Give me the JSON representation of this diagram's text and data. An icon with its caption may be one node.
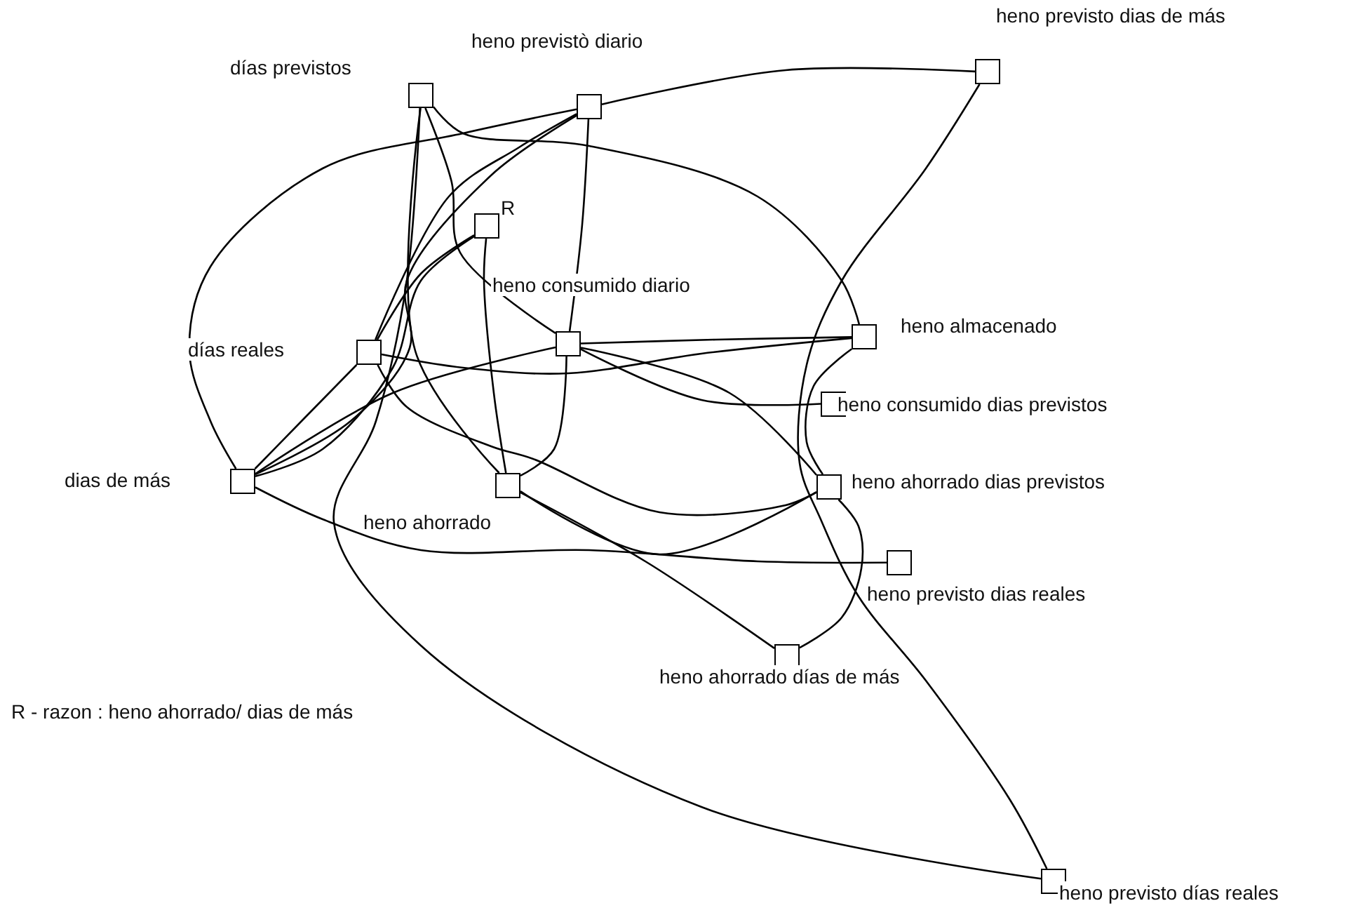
{
  "diagram": {
    "nodes": [
      {
        "text": [
          "días previstos"
        ]
      },
      {
        "text": [
          "heno previstò diario"
        ]
      },
      {
        "text": [
          "heno previsto dias de más"
        ]
      },
      {
        "text": [
          "R"
        ]
      },
      {
        "text": [
          "heno consumido diario"
        ]
      },
      {
        "text": [
          "heno almacenado"
        ]
      },
      {
        "text": [
          "días reales"
        ]
      },
      {
        "text": [
          "heno consumido dias previstos"
        ]
      },
      {
        "text": [
          "dias de más"
        ]
      },
      {
        "text": [
          "heno ahorrado"
        ]
      },
      {
        "text": [
          "heno ahorrado dias previstos"
        ]
      },
      {
        "text": [
          "heno previsto dias reales"
        ]
      },
      {
        "text": [
          "heno ahorrado días de más"
        ]
      },
      {
        "text": [
          "heno previsto días reales"
        ]
      }
    ],
    "edges": [
      {
        "from": 0,
        "to": 5,
        "arrow": "none"
      },
      {
        "from": 1,
        "to": 2,
        "arrow": "none"
      },
      {
        "from": 1,
        "to": 4,
        "arrow": "none"
      },
      {
        "from": 8,
        "to": 1,
        "arrow": "none"
      },
      {
        "from": 8,
        "to": 1,
        "arrow": "none"
      },
      {
        "from": 6,
        "to": 1,
        "arrow": "none"
      },
      {
        "from": 0,
        "to": 9,
        "arrow": "none"
      },
      {
        "from": 0,
        "to": 4,
        "arrow": "none"
      },
      {
        "from": 0,
        "to": 13,
        "arrow": "none"
      },
      {
        "from": 3,
        "to": 9,
        "arrow": "none"
      },
      {
        "from": 3,
        "to": 8,
        "arrow": "none"
      },
      {
        "from": 3,
        "to": 6,
        "arrow": "none"
      },
      {
        "from": 4,
        "to": 5,
        "arrow": "none"
      },
      {
        "from": 4,
        "to": 9,
        "arrow": "none"
      },
      {
        "from": 4,
        "to": 7,
        "arrow": "none"
      },
      {
        "from": 4,
        "to": 10,
        "arrow": "none"
      },
      {
        "from": 8,
        "to": 4,
        "arrow": "none"
      },
      {
        "from": 6,
        "to": 5,
        "arrow": "none"
      },
      {
        "from": 8,
        "to": 6,
        "arrow": "none"
      },
      {
        "from": 6,
        "to": 10,
        "arrow": "none"
      },
      {
        "from": 8,
        "to": 11,
        "arrow": "none"
      },
      {
        "from": 9,
        "to": 12,
        "arrow": "none"
      },
      {
        "from": 5,
        "to": 10,
        "arrow": "none"
      },
      {
        "from": 2,
        "to": 13,
        "arrow": "none"
      },
      {
        "from": 10,
        "to": 12,
        "arrow": "none"
      },
      {
        "from": 9,
        "to": 10,
        "arrow": "none"
      }
    ],
    "labels": [
      "R - razon : heno ahorrado/ dias de más"
    ]
  }
}
